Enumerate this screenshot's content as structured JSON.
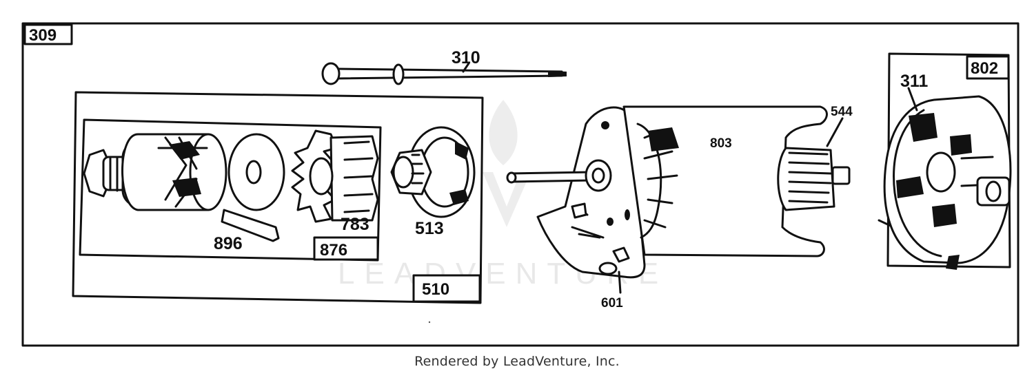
{
  "diagram": {
    "outer_label": "309",
    "labels": {
      "rod": "310",
      "housing_box": "510",
      "drive_box": "876",
      "pinion": "783",
      "washer_key": "896",
      "nut_assembly": "513",
      "motor_housing": "803",
      "armature": "544",
      "drive_end_plate": "601",
      "brush_end_box": "802",
      "brush": "311"
    },
    "watermark": "LEADVENTURE"
  },
  "footer": {
    "text": "Rendered by LeadVenture, Inc."
  }
}
